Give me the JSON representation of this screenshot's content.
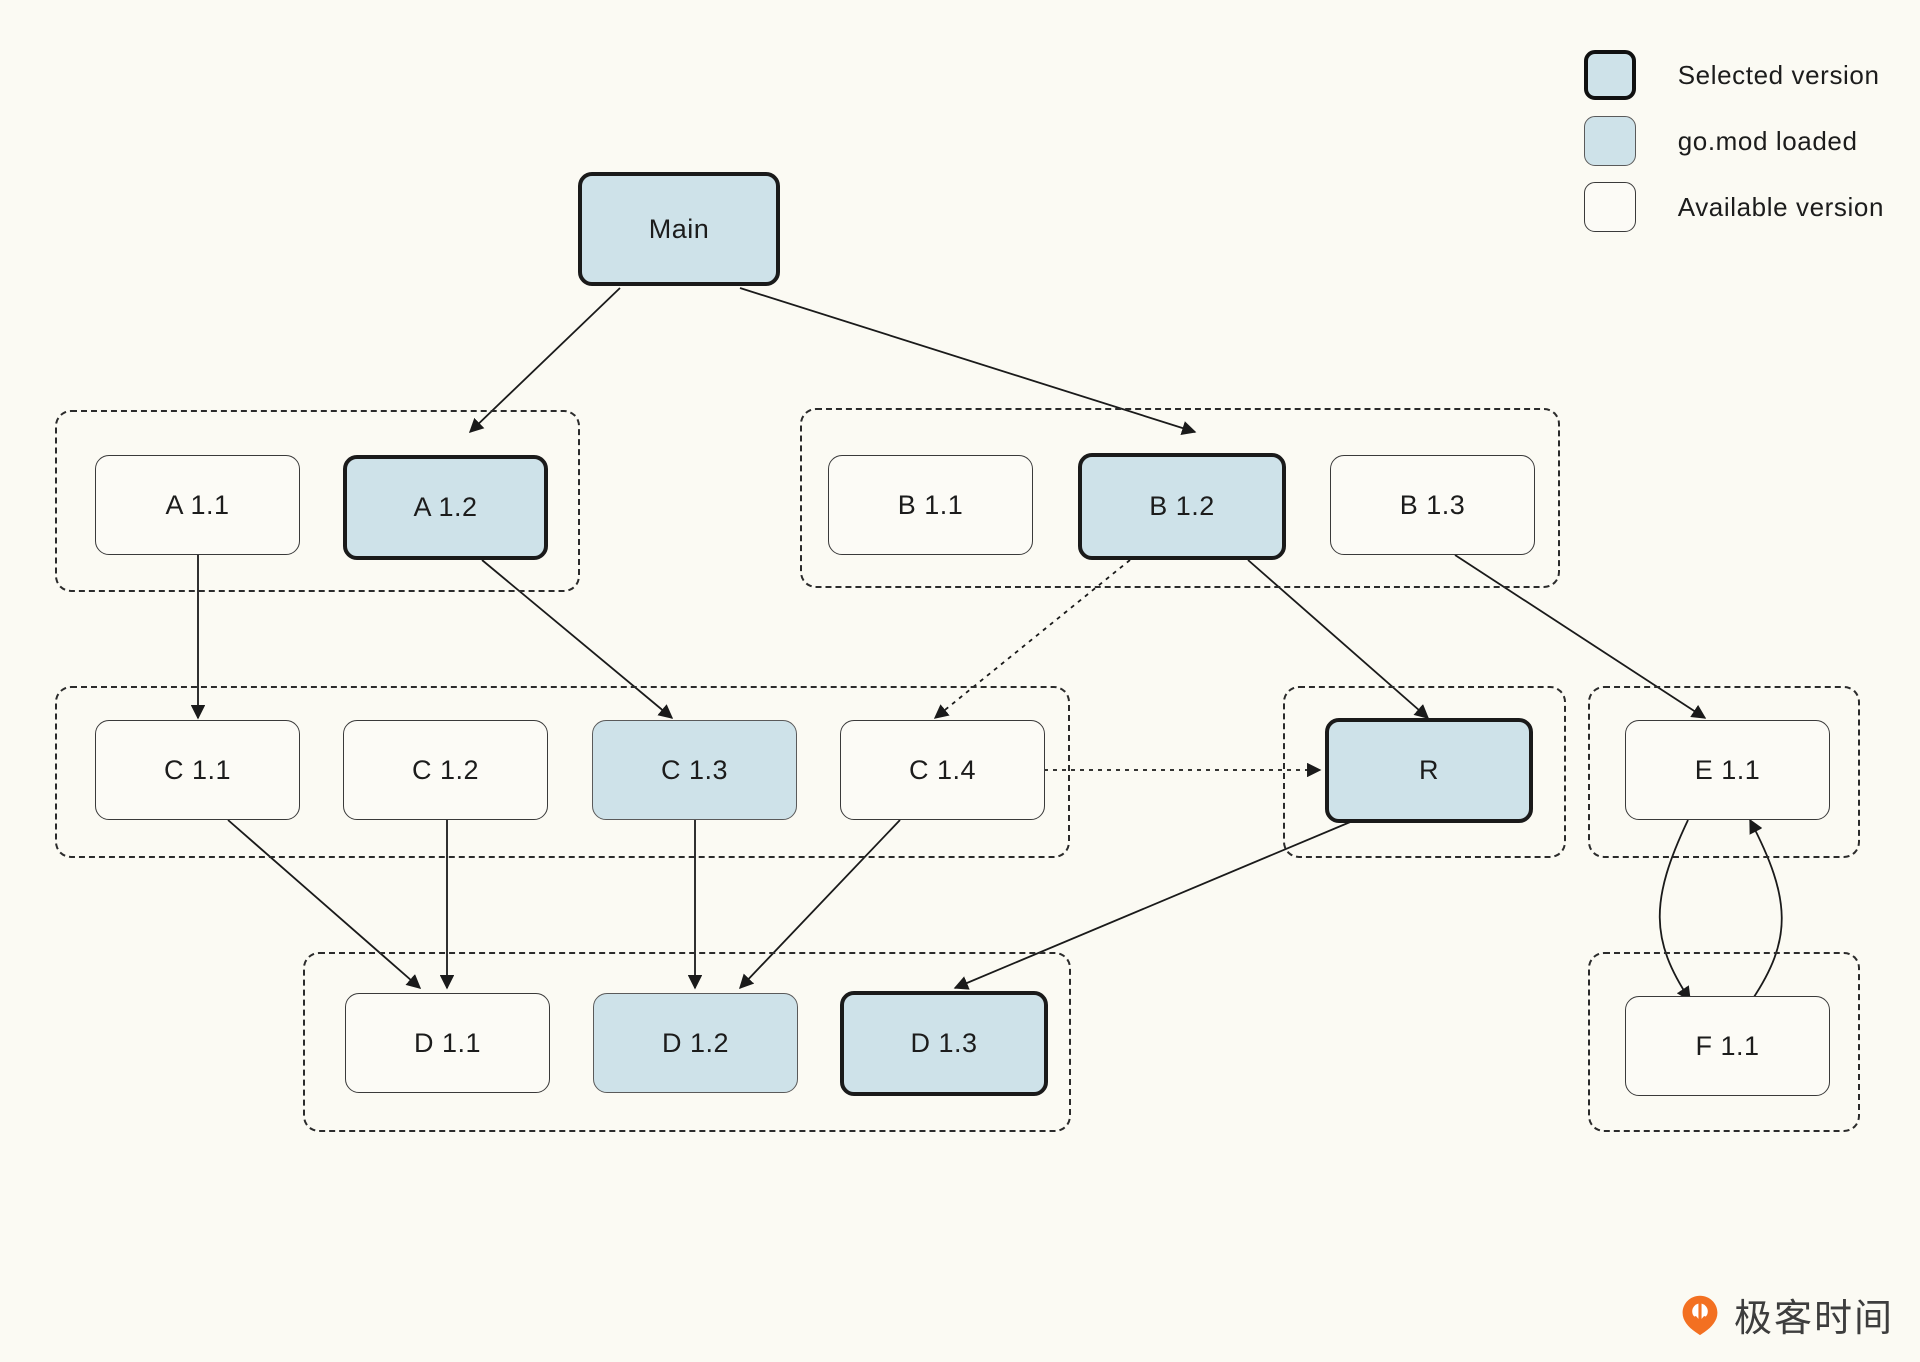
{
  "diagram": {
    "background_color": "#fbfaf3",
    "node_fill_loaded": "#cee2e9",
    "node_fill_available": "#fcfbf6",
    "stroke_color": "#1a1a1a",
    "main": {
      "label": "Main",
      "state": "selected"
    },
    "groups": [
      {
        "id": "group-a",
        "nodes": [
          {
            "id": "a11",
            "label": "A 1.1",
            "state": "available"
          },
          {
            "id": "a12",
            "label": "A 1.2",
            "state": "selected"
          }
        ]
      },
      {
        "id": "group-b",
        "nodes": [
          {
            "id": "b11",
            "label": "B 1.1",
            "state": "available"
          },
          {
            "id": "b12",
            "label": "B 1.2",
            "state": "selected"
          },
          {
            "id": "b13",
            "label": "B 1.3",
            "state": "available"
          }
        ]
      },
      {
        "id": "group-c",
        "nodes": [
          {
            "id": "c11",
            "label": "C 1.1",
            "state": "available"
          },
          {
            "id": "c12",
            "label": "C 1.2",
            "state": "available"
          },
          {
            "id": "c13",
            "label": "C 1.3",
            "state": "loaded"
          },
          {
            "id": "c14",
            "label": "C 1.4",
            "state": "available"
          }
        ]
      },
      {
        "id": "group-r",
        "nodes": [
          {
            "id": "r",
            "label": "R",
            "state": "selected"
          }
        ]
      },
      {
        "id": "group-e",
        "nodes": [
          {
            "id": "e11",
            "label": "E 1.1",
            "state": "available"
          }
        ]
      },
      {
        "id": "group-d",
        "nodes": [
          {
            "id": "d11",
            "label": "D 1.1",
            "state": "available"
          },
          {
            "id": "d12",
            "label": "D 1.2",
            "state": "loaded"
          },
          {
            "id": "d13",
            "label": "D 1.3",
            "state": "selected"
          }
        ]
      },
      {
        "id": "group-f",
        "nodes": [
          {
            "id": "f11",
            "label": "F 1.1",
            "state": "available"
          }
        ]
      }
    ],
    "edges": [
      {
        "from": "main",
        "to": "a12",
        "style": "solid"
      },
      {
        "from": "main",
        "to": "b12",
        "style": "solid"
      },
      {
        "from": "a11",
        "to": "c11",
        "style": "solid"
      },
      {
        "from": "a12",
        "to": "c13",
        "style": "solid"
      },
      {
        "from": "b12",
        "to": "c14",
        "style": "dotted"
      },
      {
        "from": "b12",
        "to": "r",
        "style": "solid"
      },
      {
        "from": "b13",
        "to": "e11",
        "style": "solid"
      },
      {
        "from": "c14",
        "to": "r",
        "style": "dotted"
      },
      {
        "from": "c11",
        "to": "d11",
        "style": "solid"
      },
      {
        "from": "c12",
        "to": "d11",
        "style": "solid"
      },
      {
        "from": "c13",
        "to": "d12",
        "style": "solid"
      },
      {
        "from": "c14",
        "to": "d12",
        "style": "solid"
      },
      {
        "from": "r",
        "to": "d13",
        "style": "solid"
      },
      {
        "from": "e11",
        "to": "f11",
        "style": "solid"
      },
      {
        "from": "f11",
        "to": "e11",
        "style": "solid"
      }
    ]
  },
  "legend": {
    "items": [
      {
        "label": "Selected version",
        "swatch": "selected"
      },
      {
        "label": "go.mod loaded",
        "swatch": "loaded"
      },
      {
        "label": "Available version",
        "swatch": "available"
      }
    ]
  },
  "watermark": {
    "text": "极客时间",
    "logo_color": "#f37021"
  }
}
